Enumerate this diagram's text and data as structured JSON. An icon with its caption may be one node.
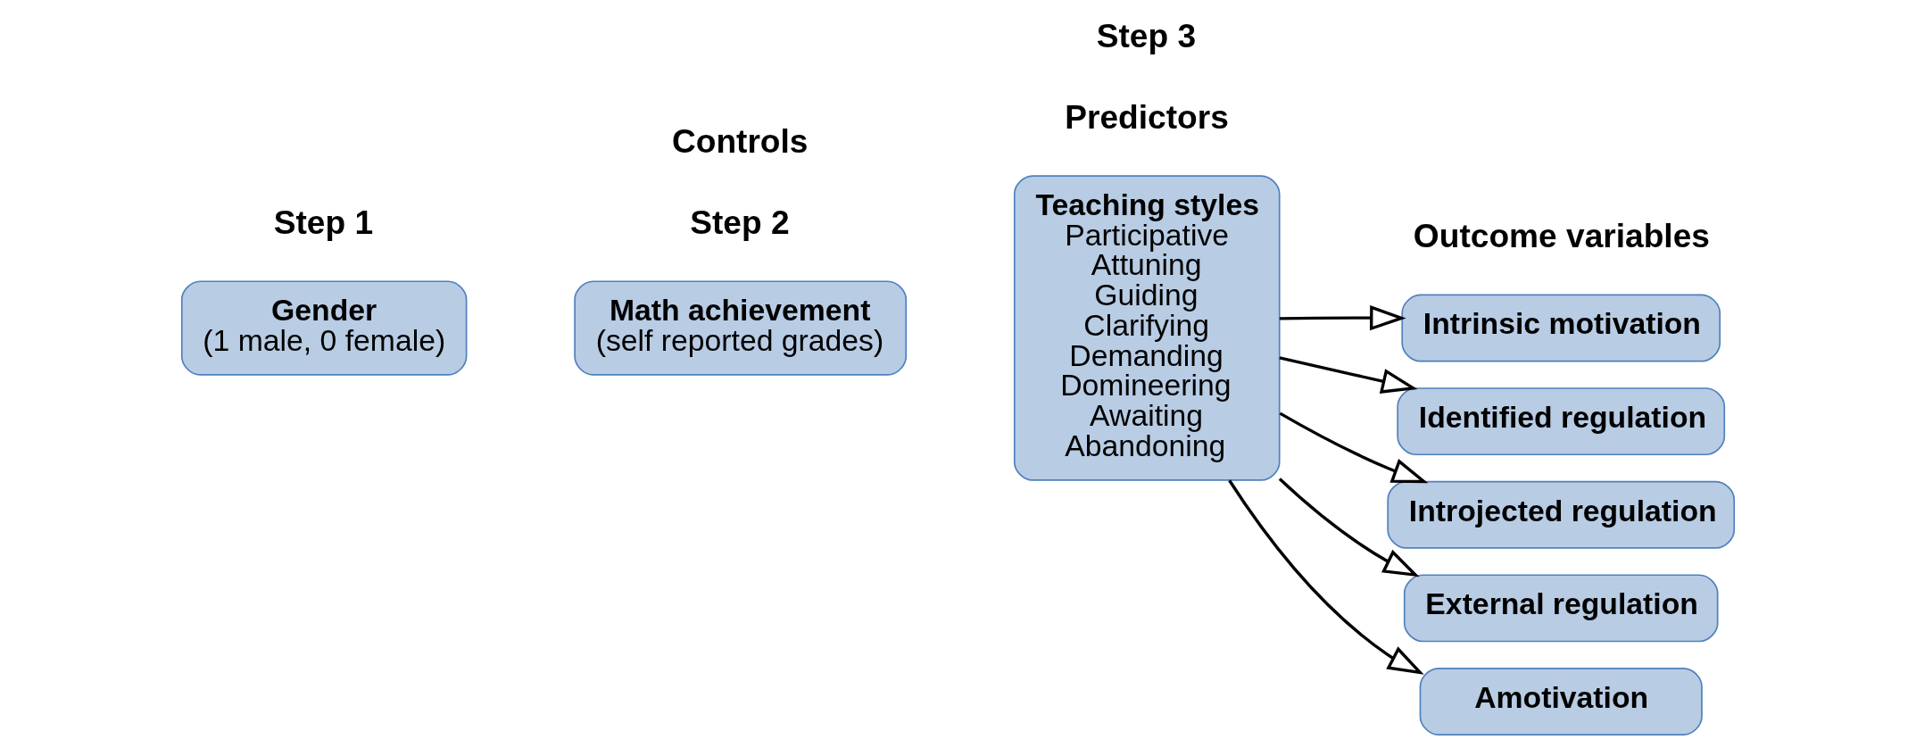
{
  "diagram": {
    "nodes": [
      {
        "text": [
          "Gender",
          "(1 male, 0 female)"
        ]
      },
      {
        "text": [
          "Math achievement",
          "(self reported grades)"
        ]
      },
      {
        "text": [
          "Teaching styles",
          "Participative",
          "Attuning",
          "Guiding",
          "Clarifying",
          "Demanding",
          "Domineering",
          "Awaiting",
          "Abandoning"
        ]
      },
      {
        "text": [
          "Intrinsic motivation"
        ]
      },
      {
        "text": [
          "Identified regulation"
        ]
      },
      {
        "text": [
          "Introjected regulation"
        ]
      },
      {
        "text": [
          "External regulation"
        ]
      },
      {
        "text": [
          "Amotivation"
        ]
      }
    ],
    "edges": [
      {
        "from": 2,
        "to": 3,
        "arrow": "to"
      },
      {
        "from": 2,
        "to": 4,
        "arrow": "to"
      },
      {
        "from": 2,
        "to": 5,
        "arrow": "to"
      },
      {
        "from": 2,
        "to": 6,
        "arrow": "to"
      },
      {
        "from": 2,
        "to": 7,
        "arrow": "to"
      }
    ],
    "labels": [
      "Step 1",
      "Controls",
      "Step 2",
      "Step 3",
      "Predictors",
      "Outcome variables"
    ]
  }
}
